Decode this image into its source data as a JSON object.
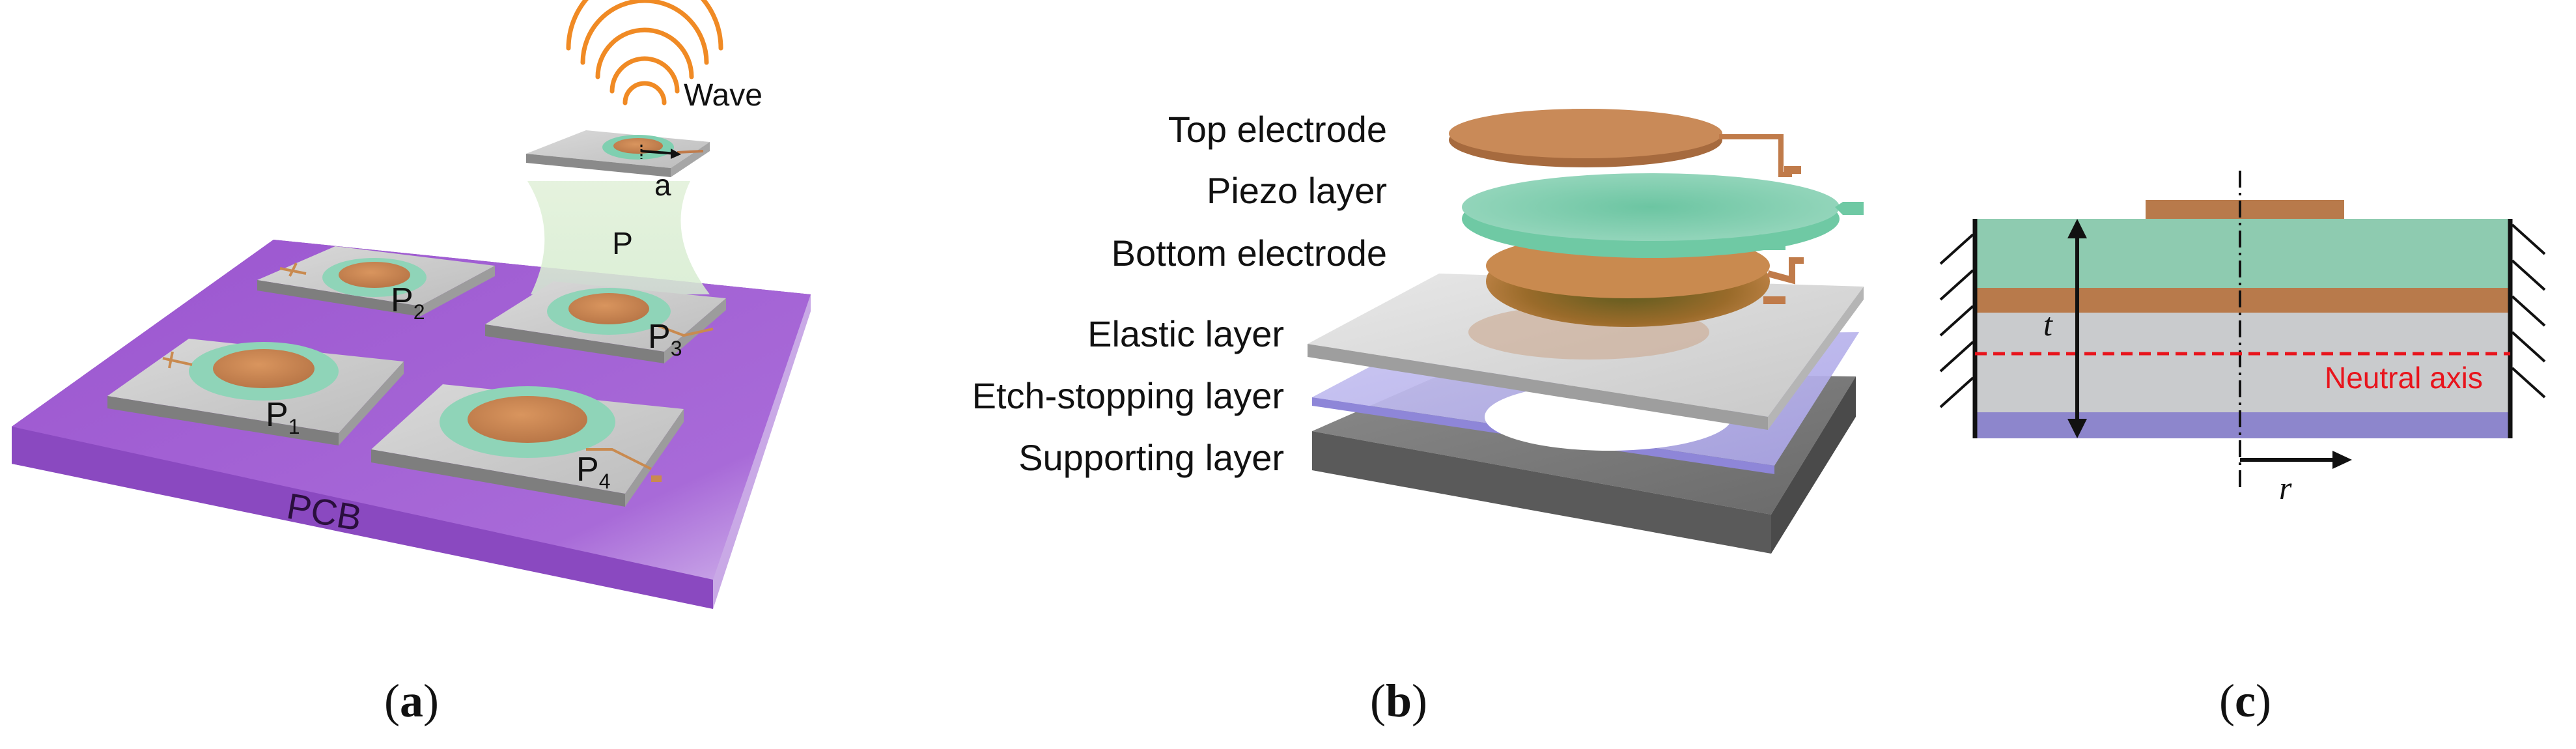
{
  "panel_a": {
    "caption": "(a)",
    "caption_letter": "a",
    "wave_label": "Wave",
    "dimension_label": "a",
    "beam_label": "P",
    "board_label": "PCB",
    "pixels": [
      {
        "base": "P",
        "sub": "1"
      },
      {
        "base": "P",
        "sub": "2"
      },
      {
        "base": "P",
        "sub": "3"
      },
      {
        "base": "P",
        "sub": "4"
      }
    ]
  },
  "panel_b": {
    "caption": "(b)",
    "caption_letter": "b",
    "layers": [
      "Top electrode",
      "Piezo layer",
      "Bottom electrode",
      "Elastic layer",
      "Etch-stopping layer",
      "Supporting layer"
    ]
  },
  "panel_c": {
    "caption": "(c)",
    "caption_letter": "c",
    "thickness_label": "t",
    "neutral_axis_label": "Neutral axis",
    "radial_label": "r"
  },
  "colors": {
    "piezo": "#8ecbb0",
    "electrode": "#b87a4b",
    "elastic": "#c9cbcd",
    "etch_stop": "#8d86cc",
    "pcb": "#a162d4",
    "wave": "#f08a24",
    "neutral_axis": "#e8141c",
    "support": "#6e6e6e"
  }
}
